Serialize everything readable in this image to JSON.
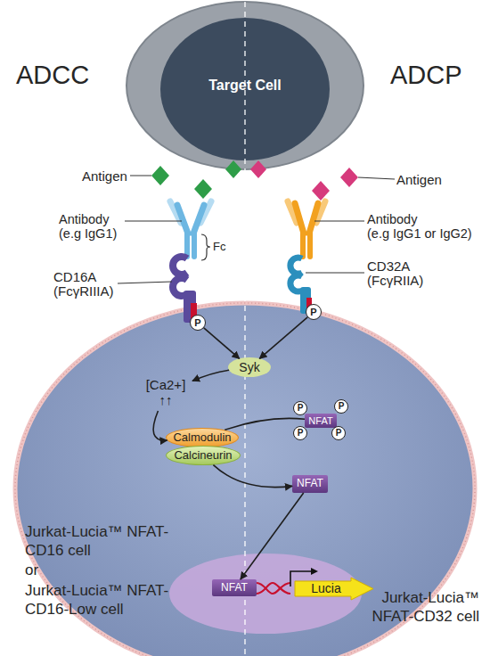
{
  "diagram": {
    "nodes": [
      {
        "text": [
          "Target Cell"
        ]
      },
      {
        "text": [
          "P"
        ]
      },
      {
        "text": [
          "P"
        ]
      },
      {
        "text": [
          "Syk"
        ]
      },
      {
        "text": [
          "[Ca2+]",
          "↑↑"
        ]
      },
      {
        "text": [
          "NFAT"
        ]
      },
      {
        "text": [
          "P"
        ]
      },
      {
        "text": [
          "P"
        ]
      },
      {
        "text": [
          "P"
        ]
      },
      {
        "text": [
          "P"
        ]
      },
      {
        "text": [
          "Calmodulin"
        ]
      },
      {
        "text": [
          "Calcineurin"
        ]
      },
      {
        "text": [
          "NFAT"
        ]
      },
      {
        "text": [
          "NFAT"
        ]
      },
      {
        "text": [
          "Lucia"
        ]
      }
    ],
    "edges": [
      {
        "from": 1,
        "to": 3,
        "arrow": "to"
      },
      {
        "from": 2,
        "to": 3,
        "arrow": "to"
      },
      {
        "from": 3,
        "to": 4,
        "arrow": "to"
      },
      {
        "from": 4,
        "to": 10,
        "arrow": "to"
      },
      {
        "from": 5,
        "to": 10,
        "arrow": "none"
      },
      {
        "from": 11,
        "to": 12,
        "arrow": "to"
      },
      {
        "from": 12,
        "to": 13,
        "arrow": "to"
      }
    ],
    "labels": [
      "ADCC",
      "ADCP",
      "Antigen",
      "Antigen",
      "Antibody",
      "(e.g IgG1)",
      "Antibody",
      "(e.g IgG1 or IgG2)",
      "Fc",
      "CD16A",
      "(FcγRIIIA)",
      "CD32A",
      "(FcγRIIA)",
      "Jurkat-Lucia™ NFAT-CD16 cell",
      "or",
      "Jurkat-Lucia™ NFAT-CD16-Low cell",
      "Jurkat-Lucia™ NFAT-CD32 cell"
    ]
  }
}
